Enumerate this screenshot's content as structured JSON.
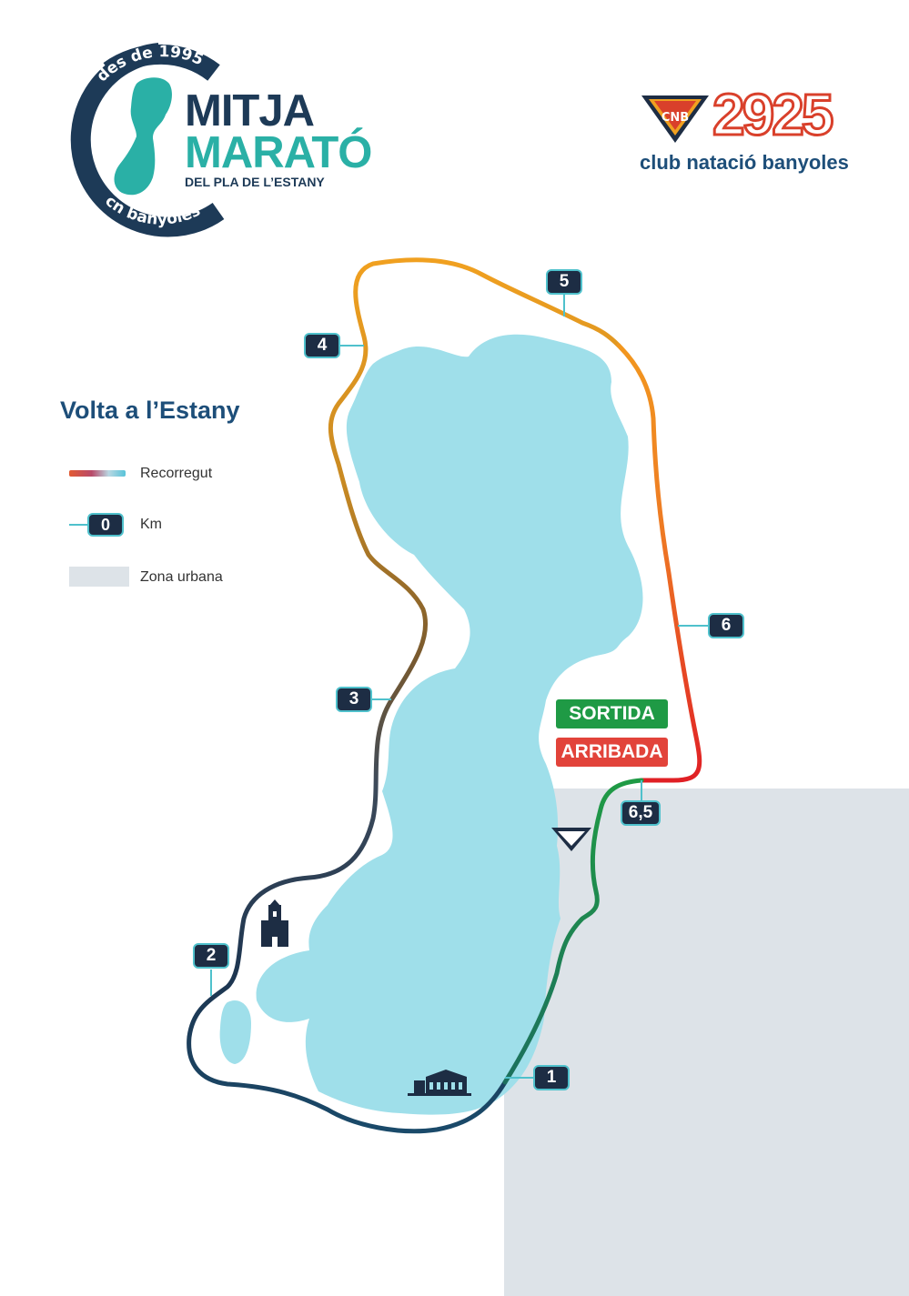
{
  "logo": {
    "ring_top": "des de 1995",
    "ring_bottom": "cn banyoles",
    "title_line1": "MITJA",
    "title_line2": "MARATÓ",
    "title_line3": "DEL PLA DE L’ESTANY"
  },
  "club": {
    "badge_text": "CNB",
    "year": "2925",
    "name": "club natació banyoles"
  },
  "legend": {
    "title": "Volta a l’Estany",
    "items": [
      {
        "label": "Recorregut"
      },
      {
        "label": "Km",
        "badge": "0"
      },
      {
        "label": "Zona urbana"
      }
    ]
  },
  "map": {
    "start_label": "SORTIDA",
    "finish_label": "ARRIBADA",
    "km_markers": [
      "1",
      "2",
      "3",
      "4",
      "5",
      "6",
      "6,5"
    ],
    "colors": {
      "lake": "#9fdfea",
      "urban": "#dde3e8",
      "marker_bg": "#1d2d44",
      "marker_border": "#4fc1cc",
      "start": "#1f9a45",
      "finish": "#e2433a"
    }
  }
}
